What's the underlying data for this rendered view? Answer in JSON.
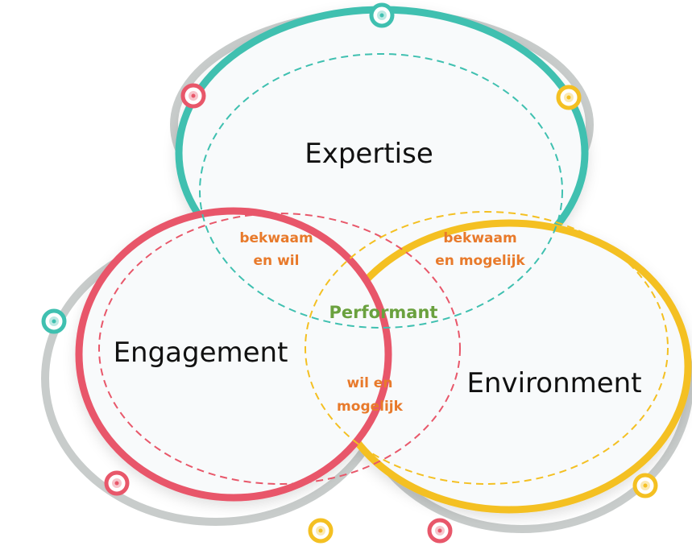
{
  "diagram": {
    "colors": {
      "teal": "#3fc0b0",
      "red": "#e8576a",
      "yellow": "#f4c022",
      "gray": "#c8cccb",
      "orange_text": "#e87a2b",
      "green_text": "#6aa13e",
      "fill": "#f8fafb"
    },
    "circles": {
      "top": {
        "label": "Expertise",
        "color": "teal"
      },
      "left": {
        "label": "Engagement",
        "color": "red"
      },
      "right": {
        "label": "Environment",
        "color": "yellow"
      }
    },
    "overlaps": {
      "top_left": {
        "line1": "bekwaam",
        "line2": "en wil"
      },
      "top_right": {
        "line1": "bekwaam",
        "line2": "en mogelijk"
      },
      "left_right": {
        "line1": "wil en",
        "line2": "mogelijk"
      }
    },
    "center": {
      "label": "Performant"
    },
    "decorations": [
      {
        "name": "top-teal-dot",
        "color": "teal"
      },
      {
        "name": "top-left-red-dot",
        "color": "red"
      },
      {
        "name": "top-right-yellow-dot",
        "color": "yellow"
      },
      {
        "name": "left-teal-dot",
        "color": "teal"
      },
      {
        "name": "bottom-left-red-dot",
        "color": "red"
      },
      {
        "name": "bottom-yellow-dot",
        "color": "yellow"
      },
      {
        "name": "bottom-red-dot",
        "color": "red"
      },
      {
        "name": "right-yellow-dot",
        "color": "yellow"
      }
    ]
  }
}
